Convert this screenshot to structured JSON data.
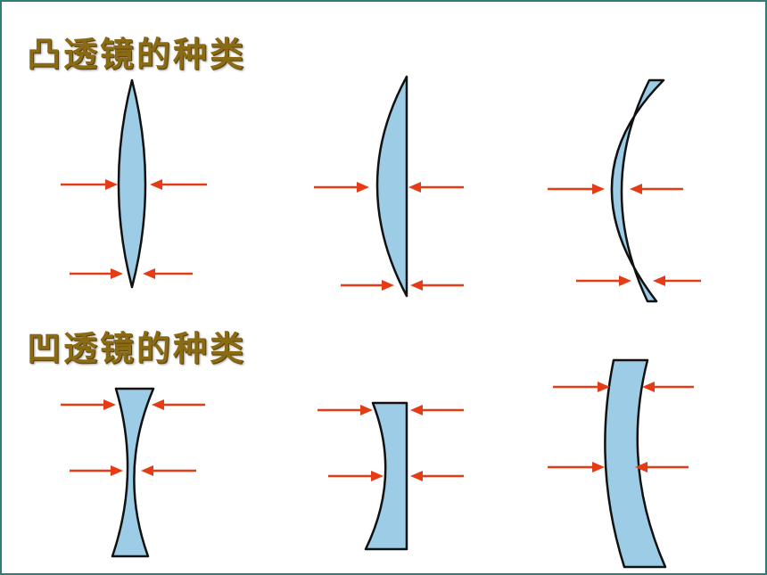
{
  "convex_section": {
    "title": "凸透镜的种类"
  },
  "concave_section": {
    "title": "凹透镜的种类"
  },
  "colors": {
    "lens_fill": "#9dcce6",
    "lens_outline": "#111111",
    "arrow": "#e53b17",
    "title": "#8a6a12",
    "border": "#2e7d76"
  },
  "lens_types": {
    "convex": [
      "biconvex-lens",
      "plano-convex-lens",
      "convex-meniscus-lens"
    ],
    "concave": [
      "biconcave-lens",
      "plano-concave-lens",
      "concave-meniscus-lens"
    ]
  }
}
